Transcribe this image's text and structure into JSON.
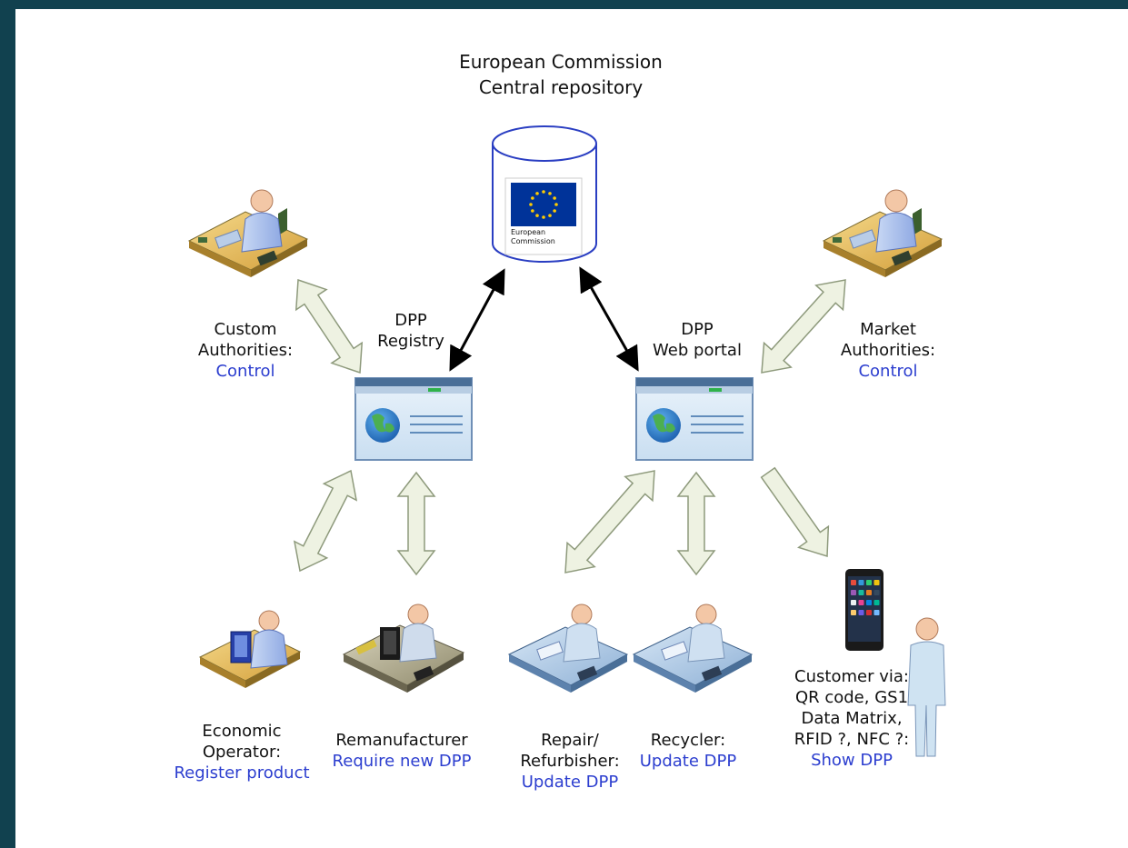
{
  "repository": {
    "title_line1": "European Commission",
    "title_line2": "Central repository",
    "logo_line1": "European",
    "logo_line2": "Commission"
  },
  "registry": {
    "line1": "DPP",
    "line2": "Registry"
  },
  "web_portal": {
    "line1": "DPP",
    "line2": "Web portal"
  },
  "custom_authorities": {
    "line1": "Custom",
    "line2": "Authorities:",
    "action": "Control"
  },
  "market_authorities": {
    "line1": "Market",
    "line2": "Authorities:",
    "action": "Control"
  },
  "economic_operator": {
    "line1": "Economic",
    "line2": "Operator:",
    "action": "Register product"
  },
  "remanufacturer": {
    "line1": "Remanufacturer",
    "action": "Require new DPP"
  },
  "repair": {
    "line1": "Repair/",
    "line2": "Refurbisher:",
    "action": "Update DPP"
  },
  "recycler": {
    "line1": "Recycler:",
    "action": "Update DPP"
  },
  "customer": {
    "line1": "Customer via:",
    "line2": "QR code, GS1",
    "line3": "Data Matrix,",
    "line4": "RFID ?, NFC ?:",
    "action": "Show DPP"
  },
  "colors": {
    "background": "#11414f",
    "action_text": "#2c3ecf",
    "arrow_fill": "#eef2e2",
    "arrow_stroke": "#8e9a7c",
    "eu_blue": "#003399",
    "eu_star": "#ffcc00"
  }
}
